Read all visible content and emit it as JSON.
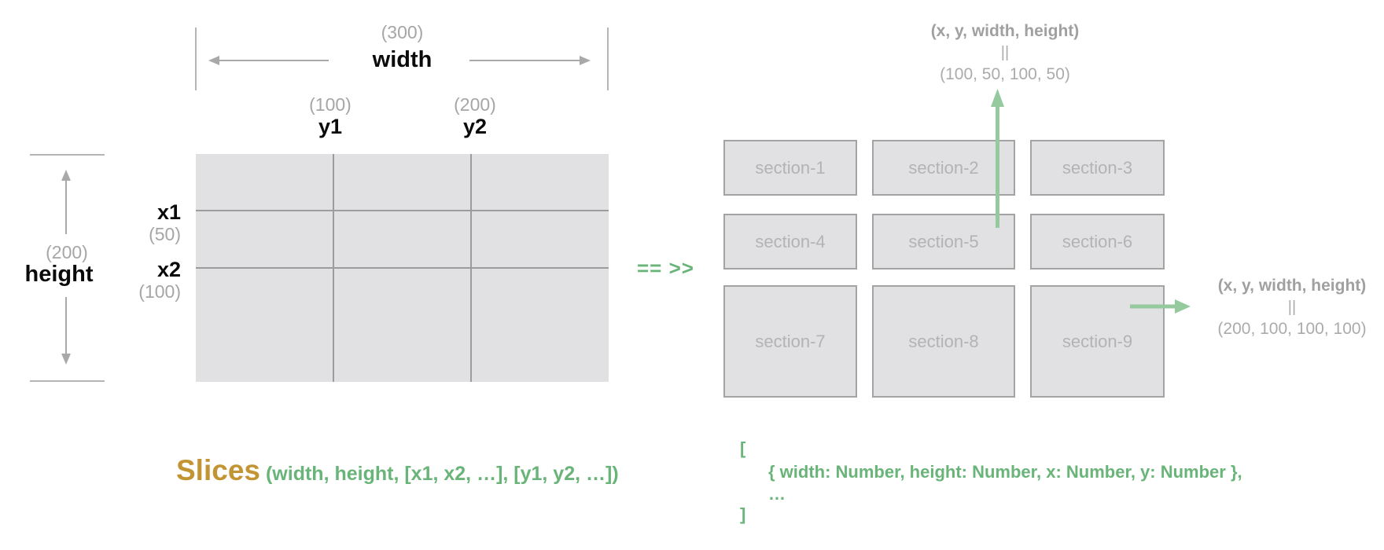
{
  "left_figure": {
    "width_dim": {
      "value": "(300)",
      "label": "width"
    },
    "height_dim": {
      "value": "(200)",
      "label": "height"
    },
    "cols": [
      {
        "value": "(100)",
        "label": "y1"
      },
      {
        "value": "(200)",
        "label": "y2"
      }
    ],
    "rows": [
      {
        "label": "x1",
        "value": "(50)"
      },
      {
        "label": "x2",
        "value": "(100)"
      }
    ]
  },
  "signature": {
    "name": "Slices",
    "args": "(width, height, [x1, x2, …], [y1, y2, …])"
  },
  "connector": {
    "symbol": "== >>"
  },
  "right_figure": {
    "sections": [
      {
        "label": "section-1"
      },
      {
        "label": "section-2"
      },
      {
        "label": "section-3"
      },
      {
        "label": "section-4"
      },
      {
        "label": "section-5"
      },
      {
        "label": "section-6"
      },
      {
        "label": "section-7"
      },
      {
        "label": "section-8"
      },
      {
        "label": "section-9"
      }
    ],
    "top_annotation": {
      "keys": "(x, y, width, height)",
      "equals": "||",
      "values": "(100, 50, 100, 50)"
    },
    "right_annotation": {
      "keys": "(x, y, width, height)",
      "equals": "||",
      "values": "(200, 100, 100, 100)"
    },
    "result_code": {
      "open": "[",
      "object": "{ width: Number, height: Number, x: Number, y: Number },",
      "ellipsis": "…",
      "close": "]"
    }
  },
  "colors": {
    "green-text": "#69b478",
    "green-arrow": "#95c99e",
    "gold": "#c39434",
    "gray-line": "#9c9c9c",
    "gray-tick": "#b5b5b5",
    "gray-arrow": "#a9a9a9",
    "gray-text": "#a6a6a6",
    "box-fill": "#e1e1e3",
    "box-border": "#a3a3a3"
  }
}
